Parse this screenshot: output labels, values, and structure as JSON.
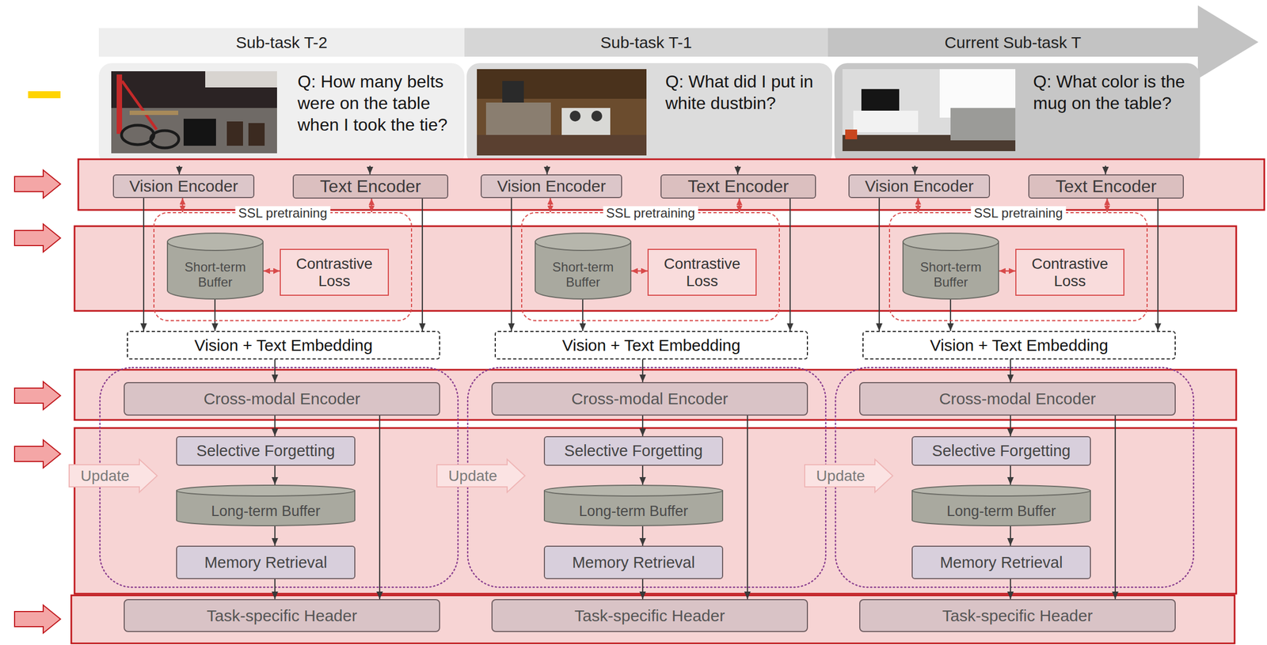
{
  "diagram": {
    "nodes": [
      {
        "text": [
          "Sub-task T-2"
        ]
      },
      {
        "text": [
          "Q: How many belts were on the table when I took the tie?"
        ]
      },
      {
        "text": [
          "Vision Encoder"
        ]
      },
      {
        "text": [
          "Text Encoder"
        ]
      },
      {
        "text": [
          "SSL pretraining"
        ]
      },
      {
        "text": [
          "Short-term Buffer"
        ],
        "in": 4
      },
      {
        "text": [
          "Contrastive Loss"
        ],
        "in": 4
      },
      {
        "text": [
          "Vision + Text Embedding"
        ]
      },
      {
        "text": [
          "Cross-modal Encoder"
        ]
      },
      {
        "text": [
          "Update"
        ]
      },
      {
        "text": [
          "Selective Forgetting"
        ]
      },
      {
        "text": [
          "Long-term Buffer"
        ]
      },
      {
        "text": [
          "Memory Retrieval"
        ]
      },
      {
        "text": [
          "Task-specific Header"
        ]
      },
      {
        "text": [
          "Sub-task T-1"
        ]
      },
      {
        "text": [
          "Q: What did I put in white dustbin?"
        ]
      },
      {
        "text": [
          "Vision Encoder"
        ]
      },
      {
        "text": [
          "Text Encoder"
        ]
      },
      {
        "text": [
          "SSL pretraining"
        ]
      },
      {
        "text": [
          "Short-term Buffer"
        ],
        "in": 18
      },
      {
        "text": [
          "Contrastive Loss"
        ],
        "in": 18
      },
      {
        "text": [
          "Vision + Text Embedding"
        ]
      },
      {
        "text": [
          "Cross-modal Encoder"
        ]
      },
      {
        "text": [
          "Update"
        ]
      },
      {
        "text": [
          "Selective Forgetting"
        ]
      },
      {
        "text": [
          "Long-term Buffer"
        ]
      },
      {
        "text": [
          "Memory Retrieval"
        ]
      },
      {
        "text": [
          "Task-specific Header"
        ]
      },
      {
        "text": [
          "Current Sub-task T"
        ]
      },
      {
        "text": [
          "Q: What color is the mug on the table?"
        ]
      },
      {
        "text": [
          "Vision Encoder"
        ]
      },
      {
        "text": [
          "Text Encoder"
        ]
      },
      {
        "text": [
          "SSL pretraining"
        ]
      },
      {
        "text": [
          "Short-term Buffer"
        ],
        "in": 32
      },
      {
        "text": [
          "Contrastive Loss"
        ],
        "in": 32
      },
      {
        "text": [
          "Vision + Text Embedding"
        ]
      },
      {
        "text": [
          "Cross-modal Encoder"
        ]
      },
      {
        "text": [
          "Update"
        ]
      },
      {
        "text": [
          "Selective Forgetting"
        ]
      },
      {
        "text": [
          "Long-term Buffer"
        ]
      },
      {
        "text": [
          "Memory Retrieval"
        ]
      },
      {
        "text": [
          "Task-specific Header"
        ]
      }
    ],
    "edges": [
      {
        "from": 1,
        "to": 2,
        "arrow": "to"
      },
      {
        "from": 1,
        "to": 3,
        "arrow": "to"
      },
      {
        "from": 2,
        "to": 4,
        "arrow": "both"
      },
      {
        "from": 3,
        "to": 4,
        "arrow": "both"
      },
      {
        "from": 5,
        "to": 6,
        "arrow": "both"
      },
      {
        "from": 2,
        "to": 7,
        "arrow": "to"
      },
      {
        "from": 5,
        "to": 7,
        "arrow": "to"
      },
      {
        "from": 3,
        "to": 7,
        "arrow": "to"
      },
      {
        "from": 7,
        "to": 8,
        "arrow": "to"
      },
      {
        "from": 8,
        "to": 10,
        "arrow": "to"
      },
      {
        "from": 8,
        "to": 13,
        "arrow": "to"
      },
      {
        "from": 10,
        "to": 11,
        "arrow": "to"
      },
      {
        "from": 11,
        "to": 12,
        "arrow": "to"
      },
      {
        "from": 12,
        "to": 13,
        "arrow": "to"
      },
      {
        "from": 15,
        "to": 16,
        "arrow": "to"
      },
      {
        "from": 15,
        "to": 17,
        "arrow": "to"
      },
      {
        "from": 16,
        "to": 18,
        "arrow": "both"
      },
      {
        "from": 17,
        "to": 18,
        "arrow": "both"
      },
      {
        "from": 19,
        "to": 20,
        "arrow": "both"
      },
      {
        "from": 16,
        "to": 21,
        "arrow": "to"
      },
      {
        "from": 19,
        "to": 21,
        "arrow": "to"
      },
      {
        "from": 17,
        "to": 21,
        "arrow": "to"
      },
      {
        "from": 21,
        "to": 22,
        "arrow": "to"
      },
      {
        "from": 22,
        "to": 24,
        "arrow": "to"
      },
      {
        "from": 22,
        "to": 27,
        "arrow": "to"
      },
      {
        "from": 24,
        "to": 25,
        "arrow": "to"
      },
      {
        "from": 25,
        "to": 26,
        "arrow": "to"
      },
      {
        "from": 26,
        "to": 27,
        "arrow": "to"
      },
      {
        "from": 29,
        "to": 30,
        "arrow": "to"
      },
      {
        "from": 29,
        "to": 31,
        "arrow": "to"
      },
      {
        "from": 30,
        "to": 32,
        "arrow": "both"
      },
      {
        "from": 31,
        "to": 32,
        "arrow": "both"
      },
      {
        "from": 33,
        "to": 34,
        "arrow": "both"
      },
      {
        "from": 30,
        "to": 35,
        "arrow": "to"
      },
      {
        "from": 33,
        "to": 35,
        "arrow": "to"
      },
      {
        "from": 31,
        "to": 35,
        "arrow": "to"
      },
      {
        "from": 35,
        "to": 36,
        "arrow": "to"
      },
      {
        "from": 36,
        "to": 38,
        "arrow": "to"
      },
      {
        "from": 36,
        "to": 41,
        "arrow": "to"
      },
      {
        "from": 38,
        "to": 39,
        "arrow": "to"
      },
      {
        "from": 39,
        "to": 40,
        "arrow": "to"
      },
      {
        "from": 40,
        "to": 41,
        "arrow": "to"
      }
    ]
  }
}
